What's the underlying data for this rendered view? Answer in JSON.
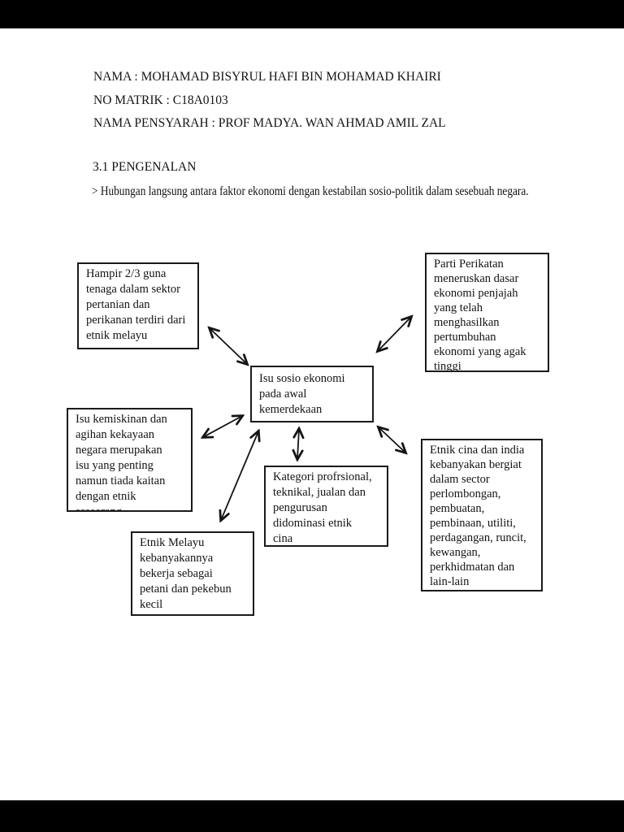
{
  "header": {
    "lines": [
      "NAMA : MOHAMAD BISYRUL HAFI BIN MOHAMAD KHAIRI",
      "NO MATRIK : C18A0103",
      "NAMA PENSYARAH : PROF MADYA. WAN AHMAD AMIL ZAL"
    ]
  },
  "section": {
    "title": "3.1 PENGENALAN",
    "intro": "> Hubungan langsung antara faktor ekonomi dengan kestabilan sosio-politik dalam sesebuah negara."
  },
  "diagram": {
    "center": {
      "text": "Isu sosio ekonomi\npada awal\nkemerdekaan"
    },
    "boxes": {
      "guna_tenaga": {
        "text": "Hampir 2/3 guna\ntenaga dalam sektor\npertanian dan\nperikanan terdiri dari\netnik melayu"
      },
      "parti_perikatan": {
        "text": "Parti Perikatan\nmeneruskan dasar\nekonomi penjajah\nyang telah\nmenghasilkan\npertumbuhan\nekonomi yang agak\ntinggi"
      },
      "kemiskinan": {
        "text": "Isu kemiskinan dan\nagihan kekayaan\nnegara merupakan\nisu yang penting\nnamun tiada kaitan\ndengan etnik\nseseorang"
      },
      "kategori": {
        "text": "Kategori profrsional,\nteknikal, jualan dan\npengurusan\ndidominasi etnik\ncina"
      },
      "etnik_cina": {
        "text": "Etnik cina dan india\nkebanyakan bergiat\ndalam sector\nperlombongan,\npembuatan,\npembinaan, utiliti,\nperdagangan, runcit,\nkewangan,\nperkhidmatan dan\nlain-lain"
      },
      "etnik_melayu": {
        "text": "Etnik Melayu\nkebanyakannya\nbekerja sebagai\npetani dan pekebun\nkecil"
      }
    }
  },
  "colors": {
    "page_bg": "#ffffff",
    "text": "#141414",
    "box_border": "#1a1a1a",
    "letterbox_bg": "#000000"
  }
}
